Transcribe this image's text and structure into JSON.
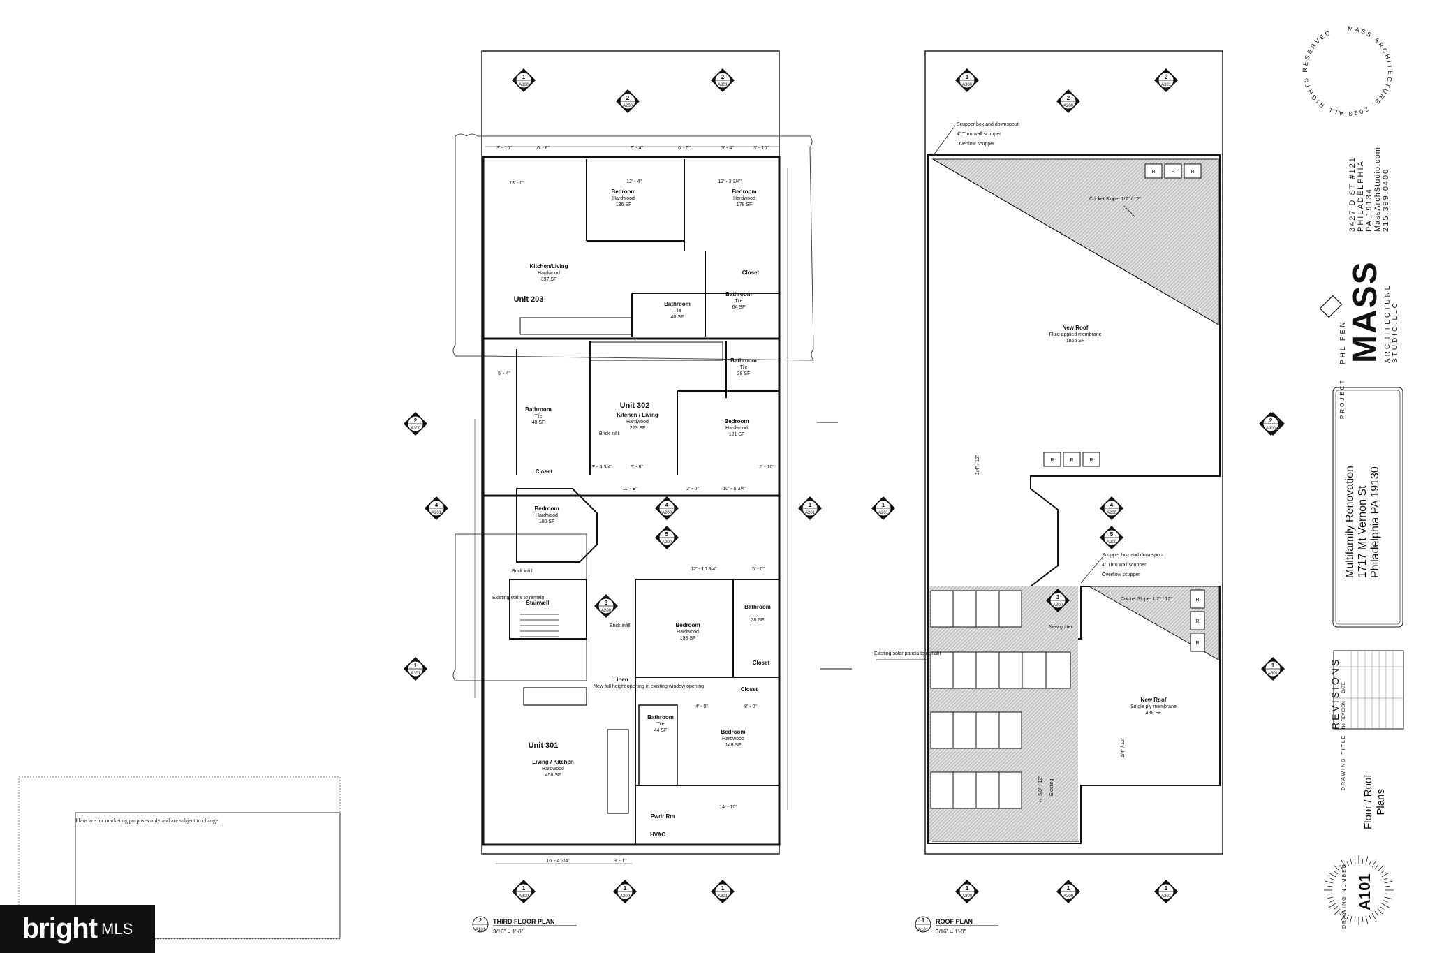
{
  "third_floor_plan": {
    "title": "THIRD FLOOR PLAN",
    "scale": "3/16\" = 1'-0\"",
    "tag_num": "2",
    "tag_sheet": "A101",
    "units": [
      {
        "name": "Unit 203"
      },
      {
        "name": "Unit 302"
      },
      {
        "name": "Unit 301"
      }
    ],
    "rooms": [
      {
        "name": "Kitchen/Living",
        "finish": "Hardwood",
        "area": "397 SF"
      },
      {
        "name": "Bedroom",
        "finish": "Hardwood",
        "area": "136 SF"
      },
      {
        "name": "Bedroom",
        "finish": "Hardwood",
        "area": "178 SF"
      },
      {
        "name": "Bathroom",
        "finish": "Tile",
        "area": "40 SF"
      },
      {
        "name": "Bathroom",
        "finish": "Tile",
        "area": "64 SF"
      },
      {
        "name": "Closet",
        "finish": "",
        "area": ""
      },
      {
        "name": "Kitchen / Living",
        "finish": "Hardwood",
        "area": "223 SF"
      },
      {
        "name": "Bedroom",
        "finish": "Hardwood",
        "area": "121 SF"
      },
      {
        "name": "Bathroom",
        "finish": "Tile",
        "area": "38 SF"
      },
      {
        "name": "Bathroom",
        "finish": "Tile",
        "area": "40 SF"
      },
      {
        "name": "Closet",
        "finish": "",
        "area": ""
      },
      {
        "name": "Bedroom",
        "finish": "Hardwood",
        "area": "100 SF"
      },
      {
        "name": "Stairwell",
        "finish": "",
        "area": ""
      },
      {
        "name": "Bedroom",
        "finish": "Hardwood",
        "area": "153 SF"
      },
      {
        "name": "Bathroom",
        "finish": "",
        "area": "38 SF"
      },
      {
        "name": "Closet",
        "finish": "",
        "area": ""
      },
      {
        "name": "Closet",
        "finish": "",
        "area": ""
      },
      {
        "name": "Linen",
        "finish": "",
        "area": ""
      },
      {
        "name": "Living / Kitchen",
        "finish": "Hardwood",
        "area": "456 SF"
      },
      {
        "name": "Bathroom",
        "finish": "Tile",
        "area": "44 SF"
      },
      {
        "name": "Bedroom",
        "finish": "Hardwood",
        "area": "148 SF"
      },
      {
        "name": "Pwdr Rm",
        "finish": "",
        "area": ""
      },
      {
        "name": "HVAC",
        "finish": "",
        "area": ""
      }
    ],
    "notes": {
      "brick_infill": "Brick infill",
      "existing_stairs": "Existing stairs to remain",
      "new_opening": "New full height opening in existing window opening"
    },
    "dims": {
      "top1": "3' - 10\"",
      "top2": "6' - 8\"",
      "top3": "5' - 4\"",
      "top4": "6' - 5\"",
      "top5": "5' - 4\"",
      "top6": "3' - 10\"",
      "d13": "13' - 0\"",
      "d124": "12' - 4\"",
      "d1233": "12' - 3 3/4\"",
      "d54": "5' - 4\"",
      "d334": "3' - 4 3/4\"",
      "d58": "5' - 8\"",
      "d119": "11' - 9\"",
      "d20": "2' - 0\"",
      "d10534": "10' - 5 3/4\"",
      "d210": "2' - 10\"",
      "d1210": "12' - 10 3/4\"",
      "d50": "5' - 0\"",
      "d40": "4' - 0\"",
      "d80": "8' - 0\"",
      "d1410": "14' - 10\"",
      "d16434": "16' - 4 3/4\"",
      "d31": "3' - 1\""
    }
  },
  "roof_plan": {
    "title": "ROOF PLAN",
    "scale": "3/16\" = 1'-0\"",
    "tag_num": "1",
    "tag_sheet": "A101",
    "notes": {
      "scupper": "Scupper box and downspout",
      "thru_wall": "4\" Thru wall scupper",
      "overflow": "Overflow scupper",
      "cricket1": "Cricket Slope: 1/2\" / 12\"",
      "cricket2": "Cricket Slope: 1/2\" / 12\"",
      "new_roof_1": "New Roof",
      "new_roof_1_type": "Fluid applied membrane",
      "new_roof_1_area": "1866 SF",
      "new_roof_2": "New Roof",
      "new_roof_2_type": "Single ply membrane",
      "new_roof_2_area": "488 SF",
      "solar": "Existing solar panels to remain",
      "new_gutter": "New gutter",
      "slope1": "1/4\" / 12\"",
      "slope2": "1/4\" / 12\"",
      "slope3": "+/- 5/8\" / 12\"",
      "existing": "Existing",
      "vent": "R"
    }
  },
  "section_tags": {
    "t1": {
      "num": "1",
      "sheet": "A300"
    },
    "t2": {
      "num": "2",
      "sheet": "A200"
    },
    "t3": {
      "num": "2",
      "sheet": "A301"
    },
    "t4": {
      "num": "2",
      "sheet": "A300"
    },
    "t5": {
      "num": "4",
      "sheet": "A201"
    },
    "t6": {
      "num": "1",
      "sheet": "A201"
    },
    "t7": {
      "num": "1",
      "sheet": "A301"
    },
    "t8": {
      "num": "4",
      "sheet": "A200"
    },
    "t9": {
      "num": "5",
      "sheet": "A200"
    },
    "t10": {
      "num": "3",
      "sheet": "A200"
    },
    "t11": {
      "num": "1",
      "sheet": "A300"
    },
    "t12": {
      "num": "1",
      "sheet": "A200"
    },
    "t13": {
      "num": "2",
      "sheet": "A300"
    }
  },
  "title_block": {
    "seal_text": "MASS ARCHITECTURE. 2023 ALL RIGHTS RESERVED",
    "address_line1": "3427 D ST #121",
    "address_line2": "PHILADELPHIA",
    "address_line3": "PA 19134",
    "website": "MassArchStudio.com",
    "phone": "215.399.0400",
    "logo_top": "PHL PEN",
    "logo_main": "MASS",
    "logo_sub1": "ARCHITECTURE",
    "logo_sub2": "STUDIO.LLC",
    "project_label": "PROJECT",
    "project_name": "Multifamily Renovation",
    "project_street": "1717 Mt Vernon St",
    "project_city": "Philadelphia PA 19130",
    "revisions_title": "REVISIONS",
    "rev_col1": "No",
    "rev_col2": "REVISION",
    "rev_col3": "DATE",
    "drawing_title_label": "DRAWING TITLE",
    "drawing_title_1": "Floor / Roof",
    "drawing_title_2": "Plans",
    "drawing_number_label": "DRAWING NUMBER",
    "drawing_number": "A101"
  },
  "disclaimer": "Plans are for marketing purposes only and are subject to change.",
  "watermark": {
    "brand": "bright",
    "suffix": "MLS"
  },
  "colors": {
    "ink": "#111111",
    "hatch": "#d9d9d9",
    "paper": "#ffffff"
  }
}
